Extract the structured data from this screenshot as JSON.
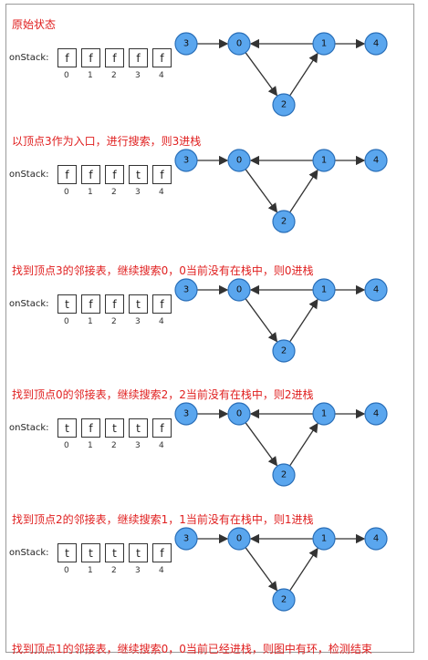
{
  "label": "onStack:",
  "indices": [
    "0",
    "1",
    "2",
    "3",
    "4"
  ],
  "nodes": [
    {
      "id": "3",
      "label": "3"
    },
    {
      "id": "0",
      "label": "0"
    },
    {
      "id": "1",
      "label": "1"
    },
    {
      "id": "4",
      "label": "4"
    },
    {
      "id": "2",
      "label": "2"
    }
  ],
  "edges": [
    {
      "from": "3",
      "to": "0"
    },
    {
      "from": "0",
      "to": "2"
    },
    {
      "from": "2",
      "to": "1"
    },
    {
      "from": "1",
      "to": "0"
    },
    {
      "from": "1",
      "to": "4"
    }
  ],
  "steps": [
    {
      "caption": "原始状态",
      "stack": [
        "f",
        "f",
        "f",
        "f",
        "f"
      ]
    },
    {
      "caption": "以顶点3作为入口，进行搜索，则3进栈",
      "stack": [
        "f",
        "f",
        "f",
        "t",
        "f"
      ]
    },
    {
      "caption": "找到顶点3的邻接表，继续搜索0，0当前没有在栈中，则0进栈",
      "stack": [
        "t",
        "f",
        "f",
        "t",
        "f"
      ]
    },
    {
      "caption": "找到顶点0的邻接表，继续搜索2，2当前没有在栈中，则2进栈",
      "stack": [
        "t",
        "f",
        "t",
        "t",
        "f"
      ]
    },
    {
      "caption": "找到顶点2的邻接表，继续搜索1，1当前没有在栈中，则1进栈",
      "stack": [
        "t",
        "t",
        "t",
        "t",
        "f"
      ]
    }
  ],
  "final_caption": "找到顶点1的邻接表，继续搜索0，0当前已经进栈，则图中有环，检测结束"
}
